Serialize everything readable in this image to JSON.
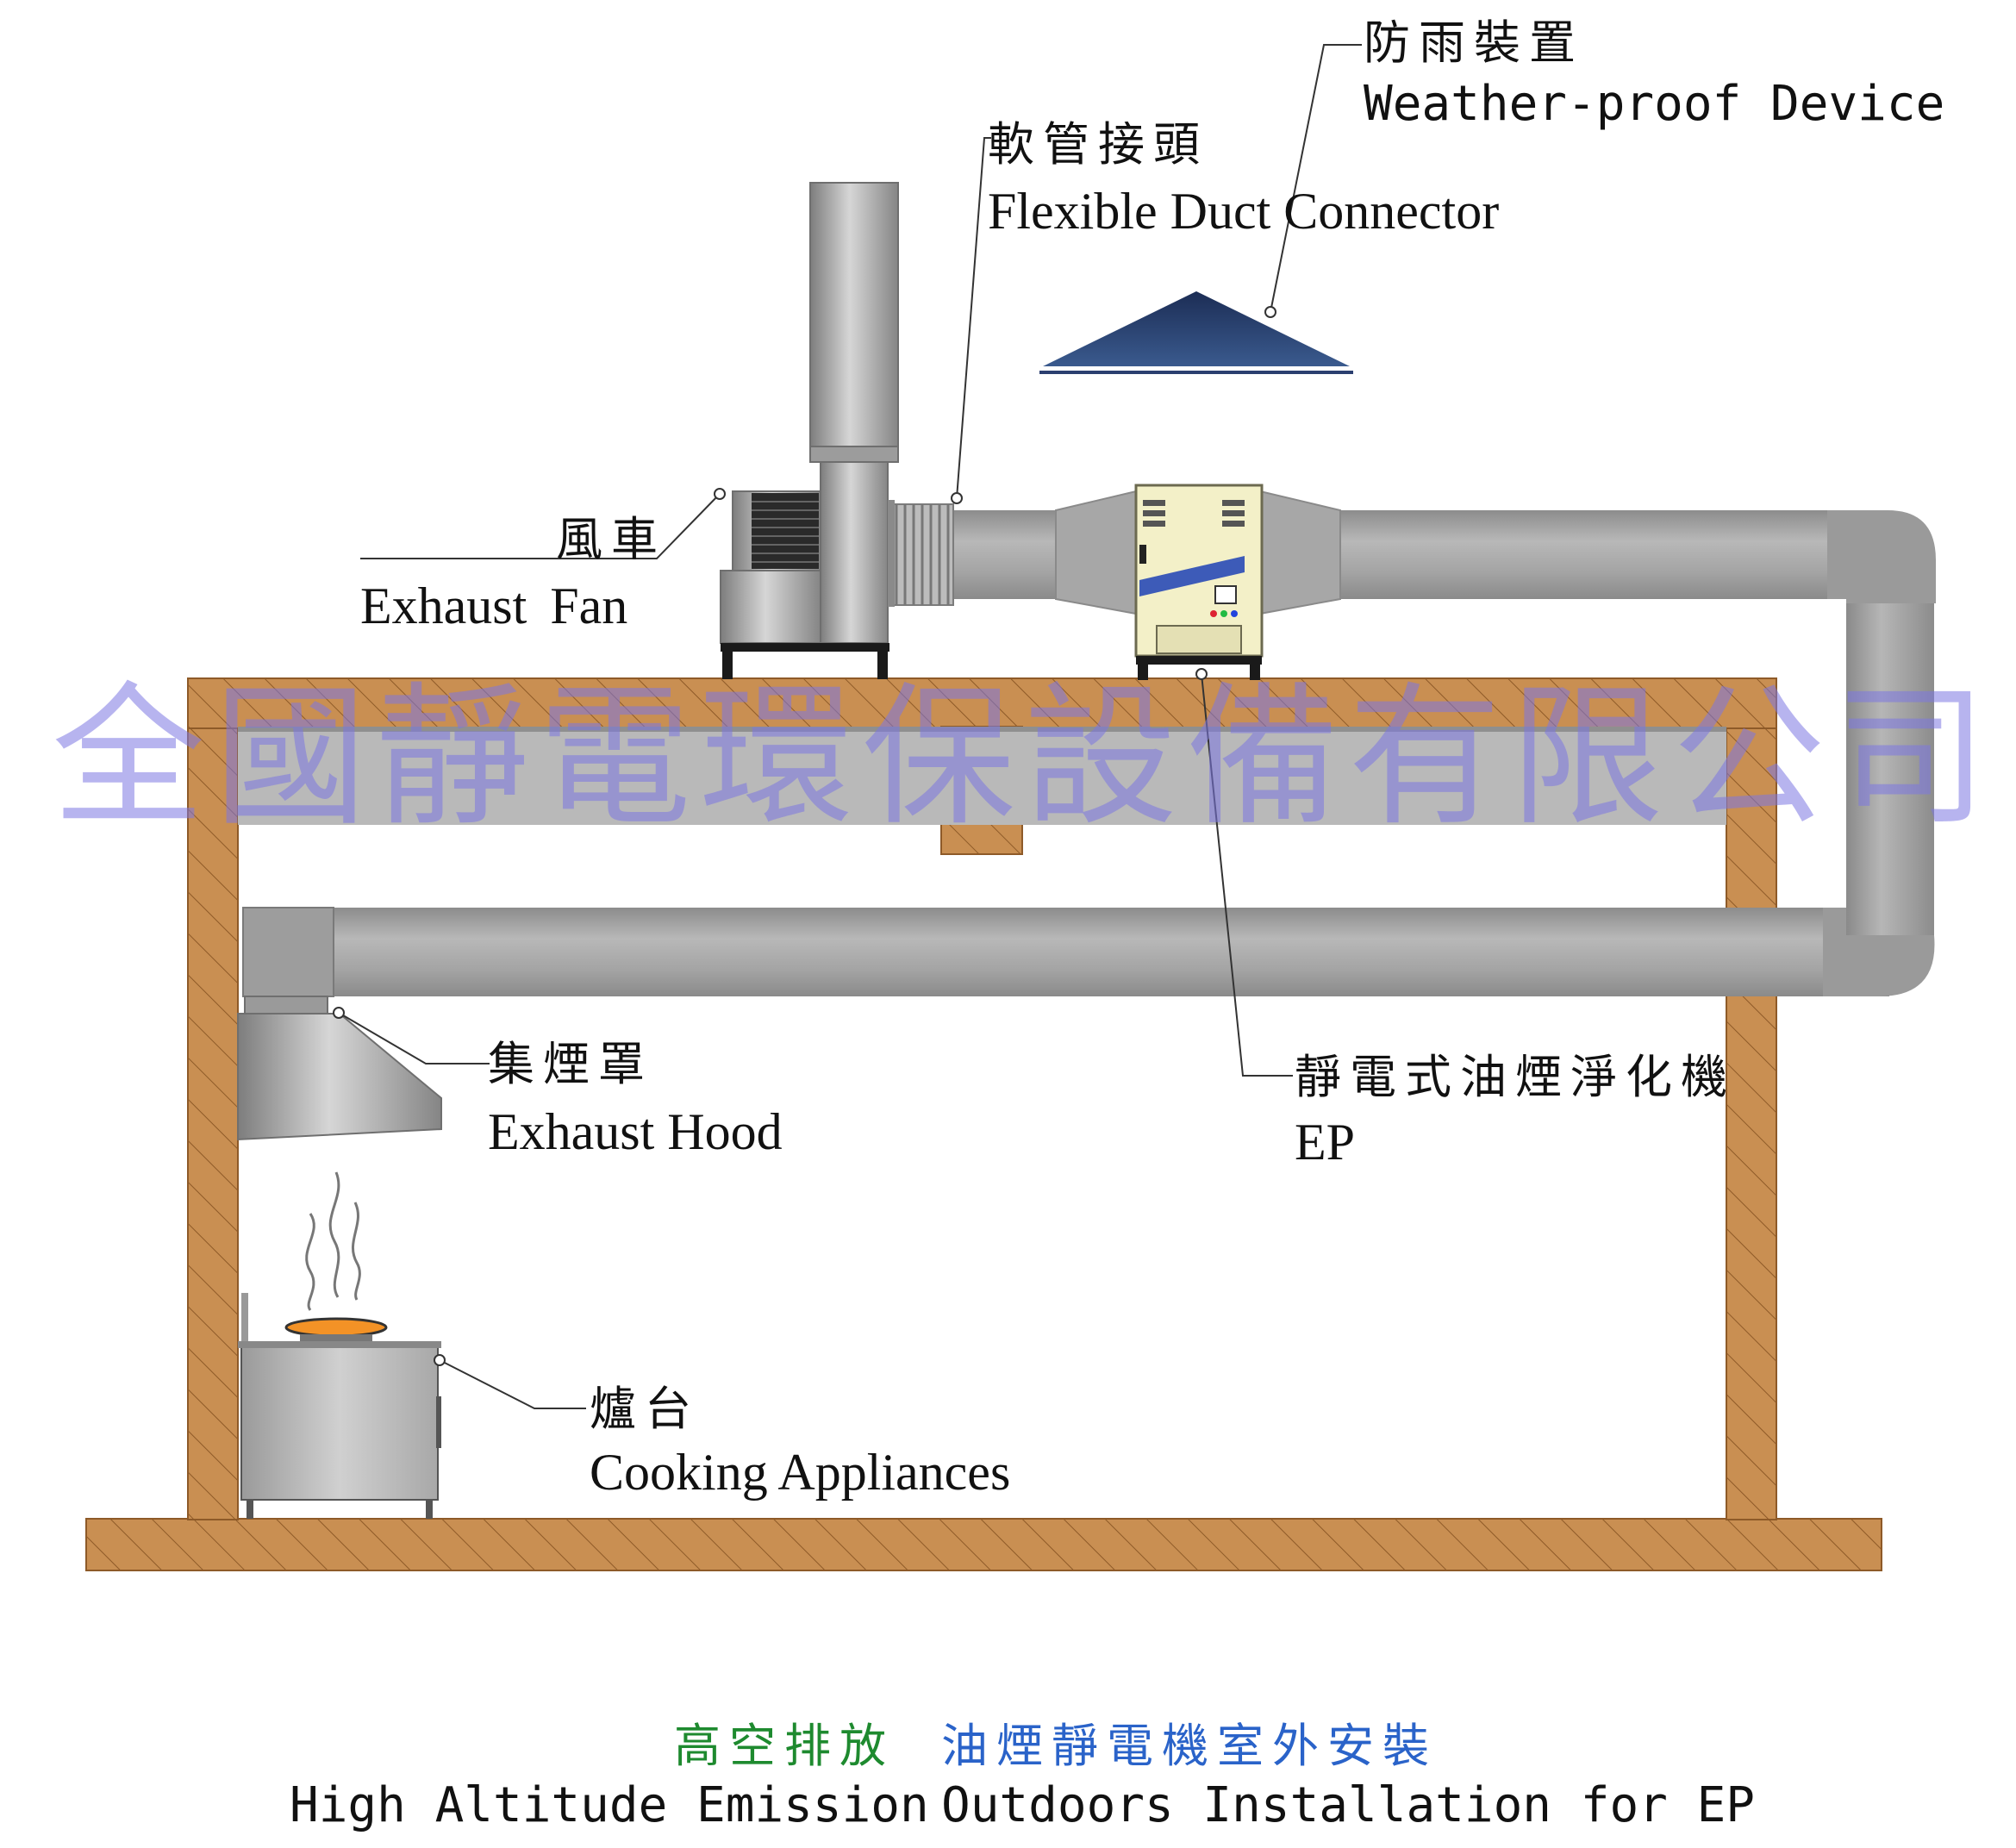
{
  "labels": {
    "weatherproof_zh": "防雨裝置",
    "weatherproof_en": "Weather-proof Device",
    "flexible_zh": "軟管接頭",
    "flexible_en": "Flexible Duct Connector",
    "fan_zh": "風車",
    "fan_en": "Exhaust Fan",
    "hood_zh": "集煙罩",
    "hood_en": "Exhaust Hood",
    "ep_zh": "靜電式油煙淨化機",
    "ep_en": "EP",
    "cooking_zh": "爐台",
    "cooking_en": "Cooking Appliances"
  },
  "watermark": "全國靜電環保設備有限公司",
  "caption": {
    "zh_part1": "高空排放",
    "zh_part2": "油煙靜電機室外安裝",
    "en_part1": "High Altitude Emission",
    "en_part2": "Outdoors Installation for EP"
  },
  "colors": {
    "wall": "#c98f52",
    "duct": "#a9a9a9",
    "roof_cap": "#243a66",
    "watermark": "#7c76e2",
    "caption_green": "#1e8a2f",
    "caption_blue": "#2a63c9"
  }
}
